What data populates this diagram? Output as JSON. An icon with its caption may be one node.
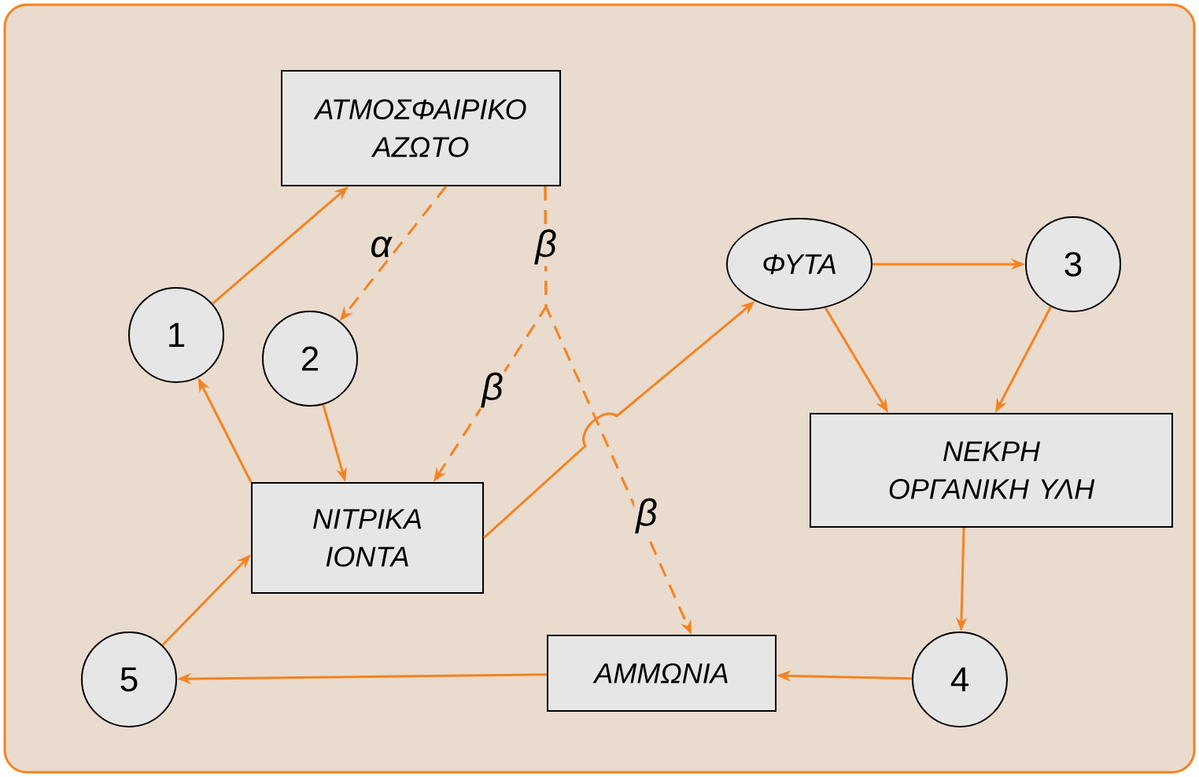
{
  "diagram": {
    "nodes": [
      {
        "text": [
          "ΑΤΜΟΣΦΑΙΡΙΚΟ ΑΖΩΤΟ"
        ]
      },
      {
        "text": [
          "1"
        ]
      },
      {
        "text": [
          "2"
        ]
      },
      {
        "text": [
          "ΦΥΤΑ"
        ]
      },
      {
        "text": [
          "3"
        ]
      },
      {
        "text": [
          "ΝΕΚΡΗ ΟΡΓΑΝΙΚΗ ΥΛΗ"
        ]
      },
      {
        "text": [
          "ΝΙΤΡΙΚΑ ΙΟΝΤΑ"
        ]
      },
      {
        "text": [
          "5"
        ]
      },
      {
        "text": [
          "ΑΜΜΩΝΙΑ"
        ]
      },
      {
        "text": [
          "4"
        ]
      }
    ],
    "edges": [
      {
        "from": 1,
        "to": 0,
        "arrow": "to"
      },
      {
        "from": 0,
        "to": 2,
        "arrow": "to",
        "label": "α",
        "style": "dashed"
      },
      {
        "from": 6,
        "to": 1,
        "arrow": "to"
      },
      {
        "from": 2,
        "to": 6,
        "arrow": "to"
      },
      {
        "from": 0,
        "to": 6,
        "arrow": "to",
        "label": "β",
        "style": "dashed"
      },
      {
        "from": 0,
        "to": 8,
        "arrow": "to",
        "label": "β",
        "style": "dashed"
      },
      {
        "from": 6,
        "to": 3,
        "arrow": "to"
      },
      {
        "from": 3,
        "to": 4,
        "arrow": "to"
      },
      {
        "from": 3,
        "to": 5,
        "arrow": "to"
      },
      {
        "from": 4,
        "to": 5,
        "arrow": "to"
      },
      {
        "from": 5,
        "to": 9,
        "arrow": "to"
      },
      {
        "from": 9,
        "to": 8,
        "arrow": "to"
      },
      {
        "from": 8,
        "to": 7,
        "arrow": "to"
      },
      {
        "from": 7,
        "to": 6,
        "arrow": "to"
      }
    ],
    "labels": [
      "β"
    ]
  }
}
